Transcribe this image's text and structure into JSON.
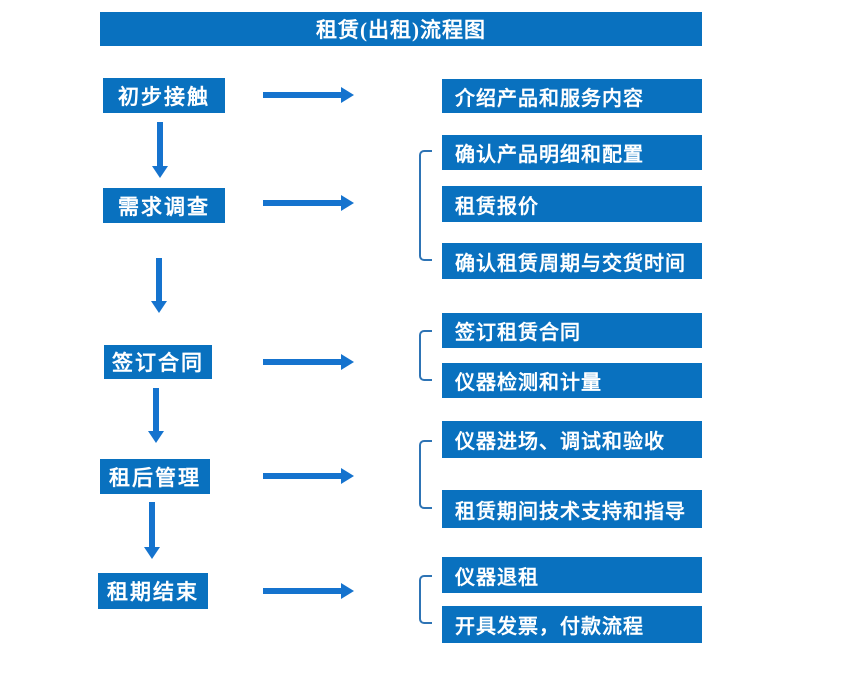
{
  "title": "租赁(出租)流程图",
  "colors": {
    "box": "#0971BF",
    "arrow": "#1573CE",
    "bracket": "#2E74B5",
    "boxtext": "#FFFFFF",
    "bg": "#FFFFFF"
  },
  "steps": [
    {
      "label": "初步接触",
      "details": [
        "介绍产品和服务内容"
      ]
    },
    {
      "label": "需求调查",
      "details": [
        "确认产品明细和配置",
        "租赁报价",
        "确认租赁周期与交货时间"
      ]
    },
    {
      "label": "签订合同",
      "details": [
        "签订租赁合同",
        "仪器检测和计量"
      ]
    },
    {
      "label": "租后管理",
      "details": [
        "仪器进场、调试和验收",
        "租赁期间技术支持和指导"
      ]
    },
    {
      "label": "租期结束",
      "details": [
        "仪器退租",
        "开具发票，付款流程"
      ]
    }
  ]
}
